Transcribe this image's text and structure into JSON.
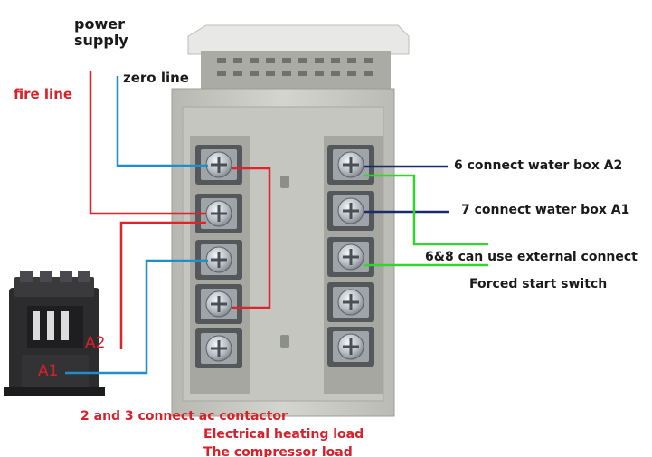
{
  "labels": {
    "power_supply": [
      "power",
      "supply"
    ],
    "fire_line": "fire line",
    "zero_line": "zero line",
    "connect_6": "6 connect water box A2",
    "connect_7": "7 connect water box  A1",
    "external": "6&8 can use  external connect",
    "forced": "Forced start switch",
    "connect_23": "2 and 3 connect  ac contactor",
    "heating": "Electrical heating load",
    "compressor": "The compressor load",
    "contactor_a2": "A2",
    "contactor_a1": "A1"
  },
  "colors": {
    "fire_wire": "#e0232b",
    "zero_wire": "#1f8ec9",
    "signal_wire": "#1b2a6b",
    "switch_wire": "#35d42c",
    "housing": "#c9cbc4",
    "contactor": "#2c2c2e"
  }
}
